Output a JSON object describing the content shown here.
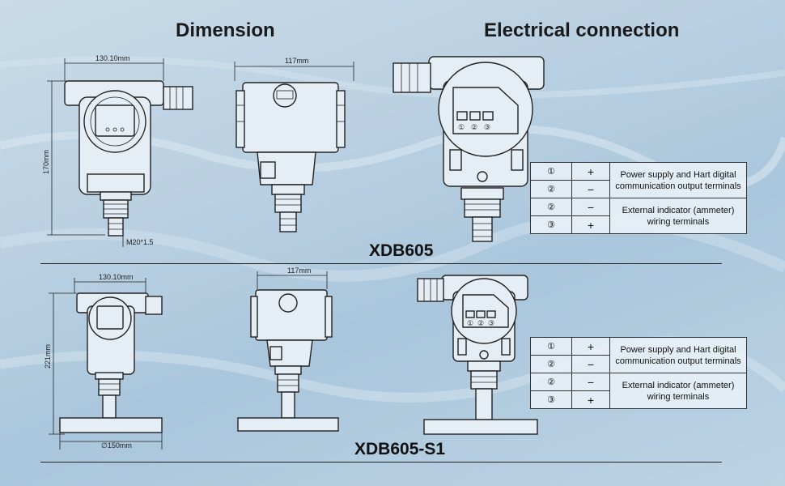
{
  "headings": {
    "dimension": "Dimension",
    "electrical": "Electrical connection"
  },
  "models": {
    "top": "XDB605",
    "bottom": "XDB605-S1"
  },
  "top_diagram": {
    "width_front": "130.10mm",
    "width_side": "117mm",
    "height": "170mm",
    "thread": "M20*1.5",
    "terminals": [
      "①",
      "②",
      "③"
    ]
  },
  "bottom_diagram": {
    "width_front": "130.10mm",
    "width_side": "117mm",
    "height": "221mm",
    "flange": "∅150mm",
    "terminals": [
      "①",
      "②",
      "③"
    ]
  },
  "wiring_table_top": {
    "rows": [
      {
        "num": "①",
        "sign": "+"
      },
      {
        "num": "②",
        "sign": "−"
      },
      {
        "num": "②",
        "sign": "−"
      },
      {
        "num": "③",
        "sign": "+"
      }
    ],
    "group1": "Power supply and Hart digital communication output terminals",
    "group2": "External indicator (ammeter) wiring terminals"
  },
  "wiring_table_bottom": {
    "rows": [
      {
        "num": "①",
        "sign": "+"
      },
      {
        "num": "②",
        "sign": "−"
      },
      {
        "num": "②",
        "sign": "−"
      },
      {
        "num": "③",
        "sign": "+"
      }
    ],
    "group1": "Power supply and Hart digital communication output terminals",
    "group2": "External indicator (ammeter) wiring terminals"
  }
}
